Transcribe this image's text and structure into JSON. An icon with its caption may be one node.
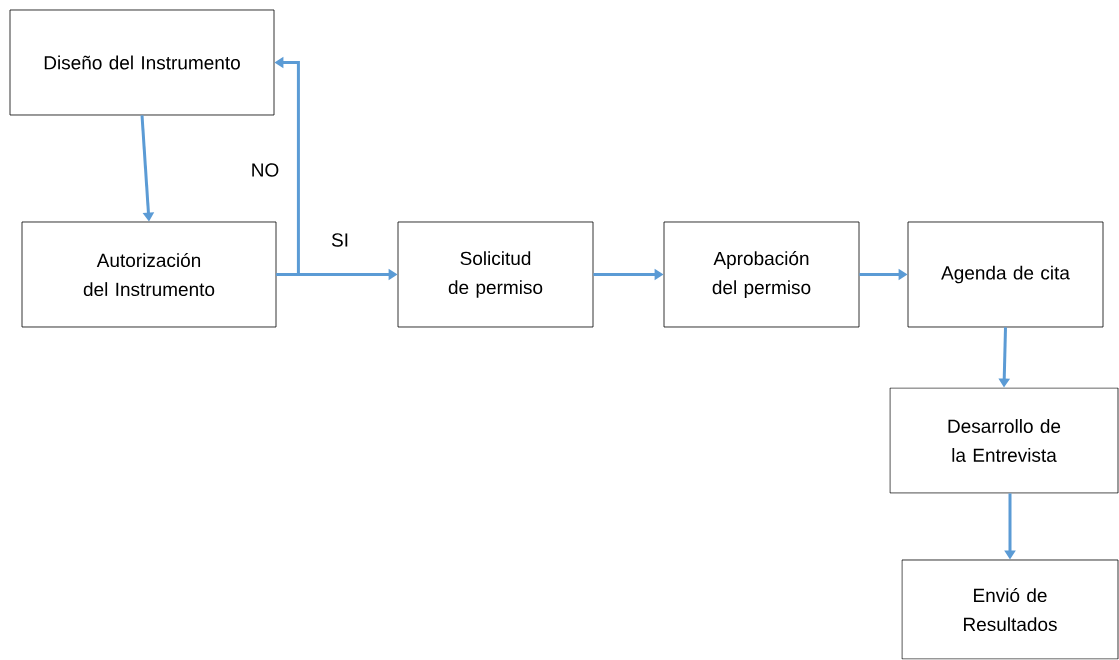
{
  "diagram": {
    "nodes": [
      {
        "text": [
          "Diseño del Instrumento"
        ]
      },
      {
        "text": [
          "Autorización del Instrumento"
        ]
      },
      {
        "text": [
          "Solicitud de permiso"
        ]
      },
      {
        "text": [
          "Aprobación del permiso"
        ]
      },
      {
        "text": [
          "Agenda de cita"
        ]
      },
      {
        "text": [
          "Desarrollo de la Entrevista"
        ]
      },
      {
        "text": [
          "Envió de Resultados"
        ]
      }
    ],
    "edges": [
      {
        "from": 0,
        "to": 1,
        "arrow": "to"
      },
      {
        "from": 1,
        "to": 2,
        "arrow": "to",
        "label": "SI"
      },
      {
        "from": 1,
        "to": 0,
        "arrow": "to",
        "label": "NO"
      },
      {
        "from": 2,
        "to": 3,
        "arrow": "to"
      },
      {
        "from": 3,
        "to": 4,
        "arrow": "to"
      },
      {
        "from": 4,
        "to": 5,
        "arrow": "to"
      },
      {
        "from": 5,
        "to": 6,
        "arrow": "to"
      }
    ]
  }
}
